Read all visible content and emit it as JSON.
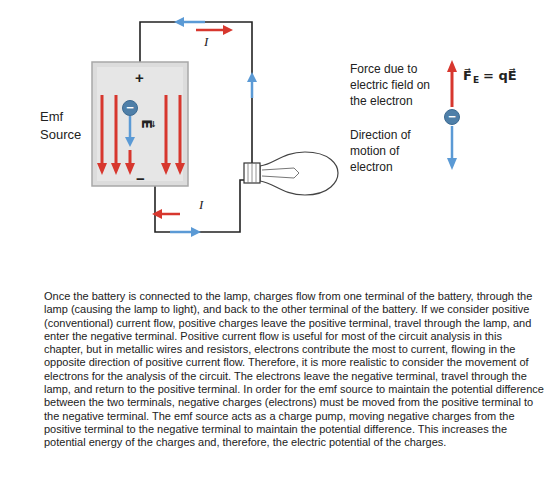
{
  "diagram": {
    "nodes": [
      {
        "text": [
          "Emf Source",
          "+",
          "−",
          "E⃗"
        ]
      },
      {
        "text": [
          "−"
        ],
        "in": 0
      },
      {
        "text": [
          "−"
        ]
      }
    ],
    "labels": [
      "I",
      "I",
      "Force due to electric field on the electron",
      "F⃗",
      "E",
      "= qE⃗",
      "Direction of motion of electron",
      "Once the battery is connected to the lamp, charges flow from one terminal of the battery, through the lamp (causing the lamp to light), and back to the other terminal of the battery. If we consider positive (conventional) current flow, positive charges leave the positive terminal, travel through the lamp, and enter the negative terminal. Positive current flow is useful for most of the circuit analysis in this chapter, but in metallic wires and resistors, electrons contribute the most to current, flowing in the opposite direction of positive current flow. Therefore, it is more realistic to consider the movement of electrons for the analysis of the circuit. The electrons leave the negative terminal, travel through the lamp, and return to the positive terminal. In order for the emf source to maintain the potential difference between the two terminals, negative charges (electrons) must be moved from the positive terminal to the negative terminal. The emf source acts as a charge pump, moving negative charges from the positive terminal to the negative terminal to maintain the potential difference. This increases the potential energy of the charges and, therefore, the electric potential of the charges."
    ]
  }
}
